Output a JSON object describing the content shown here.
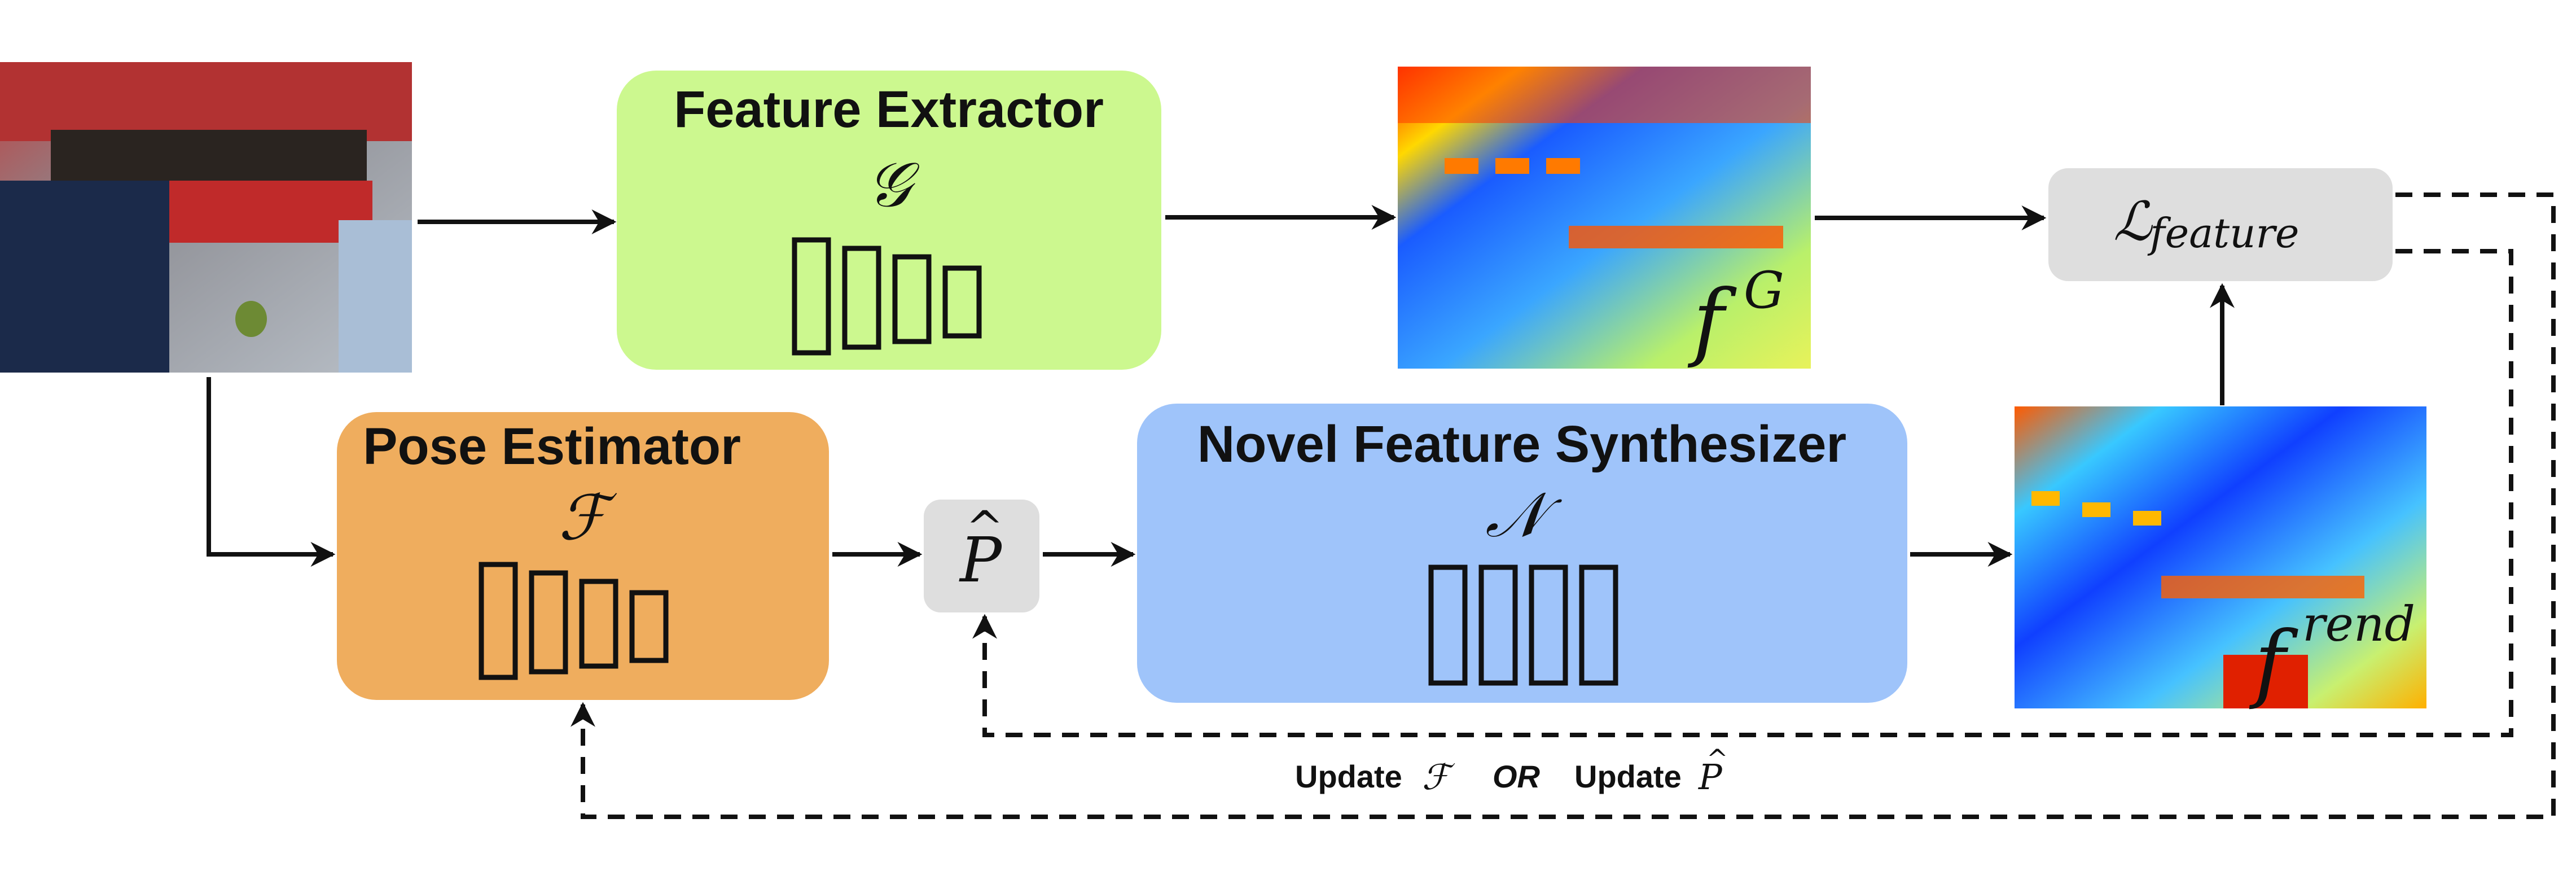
{
  "blocks": {
    "feature_extractor": {
      "title": "Feature Extractor",
      "symbol": "𝒢",
      "color": "#ccf88f"
    },
    "pose_estimator": {
      "title": "Pose Estimator",
      "symbol": "ℱ",
      "color": "#efad5e"
    },
    "novel_feature_synthesizer": {
      "title": "Novel Feature Synthesizer",
      "symbol": "𝒩",
      "color": "#9fc4fa"
    },
    "pose_hat": {
      "symbol": "P",
      "hat": "^",
      "color": "#dedede"
    },
    "loss": {
      "symbol": "ℒ",
      "subscript": "feature",
      "color": "#dedede"
    }
  },
  "feature_maps": {
    "fG": {
      "base": "f",
      "sup": "G"
    },
    "frend": {
      "base": "f",
      "sup": "rend"
    }
  },
  "update_label": {
    "update1": "Update",
    "symbol1": "ℱ",
    "or": "OR",
    "update2": "Update",
    "symbol2": "P",
    "hat2": "^"
  }
}
